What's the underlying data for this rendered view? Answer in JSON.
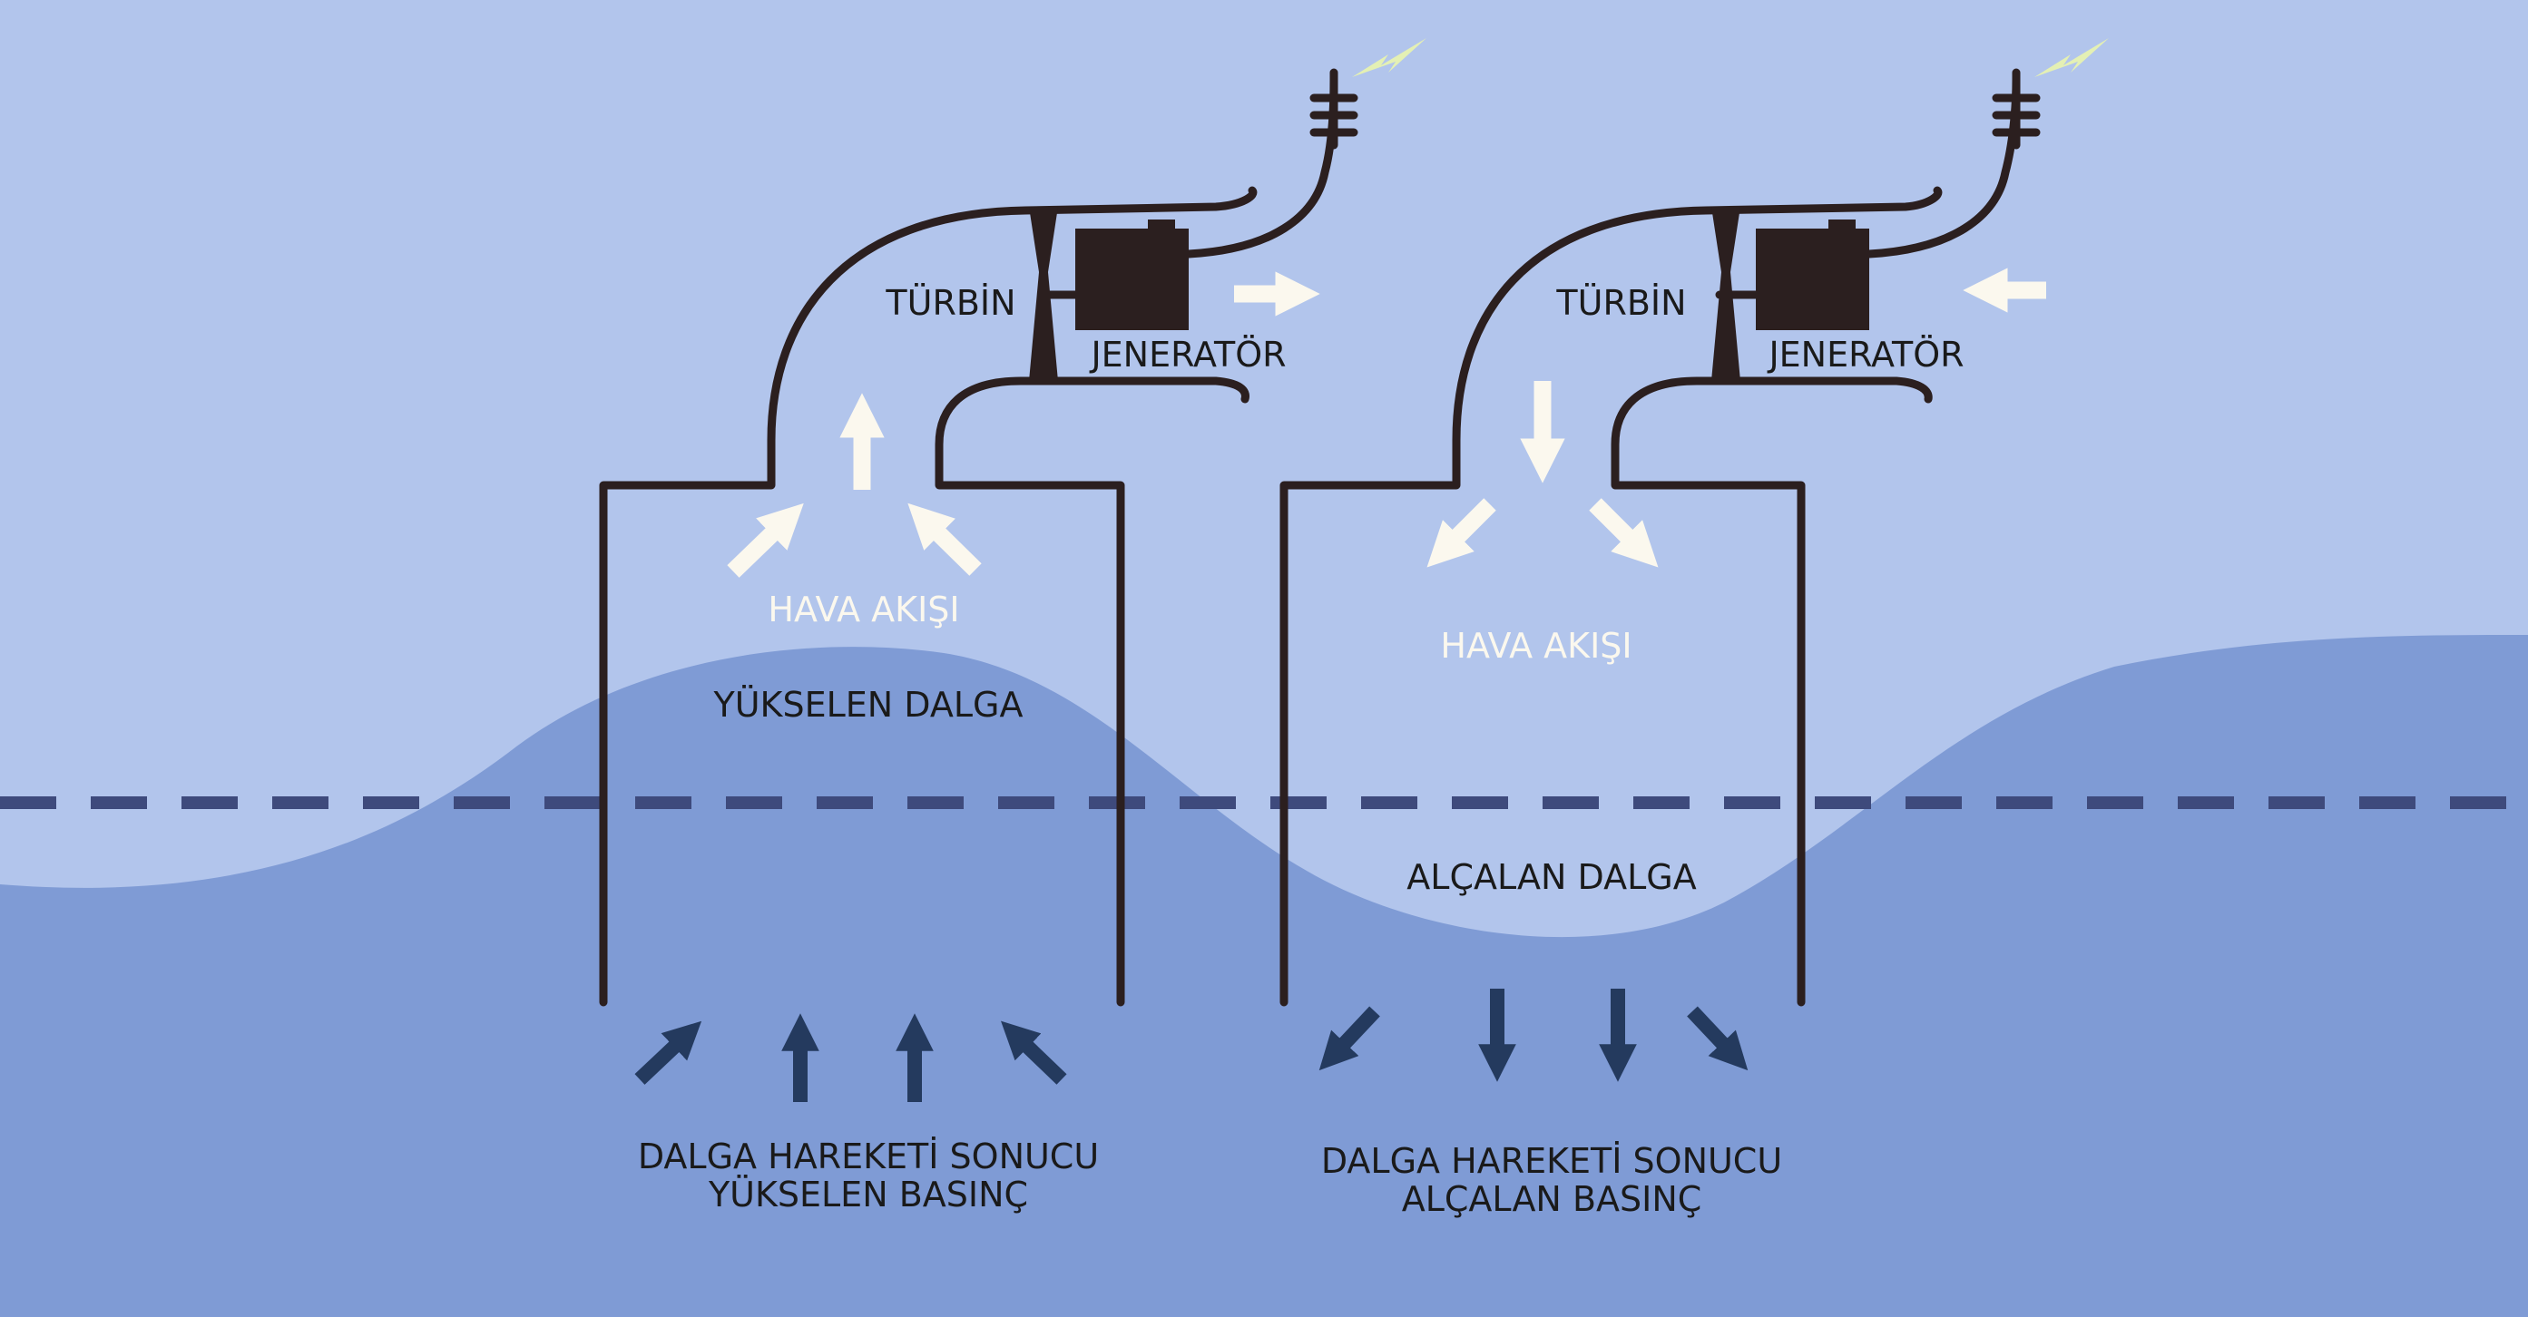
{
  "colors": {
    "sky": "#b2c5ec",
    "water": "#7f9bd5",
    "ink": "#2b1f1f",
    "white_arrow": "#fbf8ee",
    "dark_arrow": "#243a5e",
    "dashed_line": "#3e4a7c",
    "spark": "#e4f0b4"
  },
  "left_unit": {
    "turbine_label": "TÜRBİN",
    "generator_label": "JENERATÖR",
    "airflow_label": "HAVA AKIŞI",
    "wave_label": "YÜKSELEN DALGA",
    "pressure_line1": "DALGA HAREKETİ SONUCU",
    "pressure_line2": "YÜKSELEN BASINÇ"
  },
  "right_unit": {
    "turbine_label": "TÜRBİN",
    "generator_label": "JENERATÖR",
    "airflow_label": "HAVA AKIŞI",
    "wave_label": "ALÇALAN DALGA",
    "pressure_line1": "DALGA HAREKETİ SONUCU",
    "pressure_line2": "ALÇALAN BASINÇ"
  }
}
